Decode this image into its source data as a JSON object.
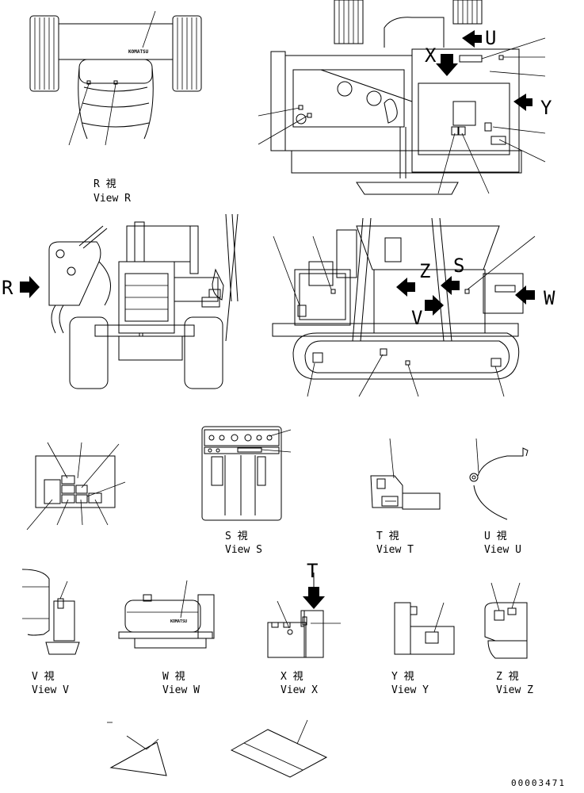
{
  "views": {
    "R": {
      "kanji": "R 視",
      "label": "View R"
    },
    "S": {
      "kanji": "S 視",
      "label": "View S"
    },
    "T": {
      "kanji": "T 視",
      "label": "View T"
    },
    "U": {
      "kanji": "U 視",
      "label": "View U"
    },
    "V": {
      "kanji": "V 視",
      "label": "View V"
    },
    "W": {
      "kanji": "W 視",
      "label": "View W"
    },
    "X": {
      "kanji": "X 視",
      "label": "View X"
    },
    "Y": {
      "kanji": "Y 視",
      "label": "View Y"
    },
    "Z": {
      "kanji": "Z 視",
      "label": "View Z"
    }
  },
  "markers": {
    "X": "X",
    "U": "U",
    "Y": "Y",
    "R": "R",
    "Z": "Z",
    "S": "S",
    "V": "V",
    "W": "W",
    "T": "T"
  },
  "logo_text": "KOMATSU",
  "document_number": "00003471"
}
